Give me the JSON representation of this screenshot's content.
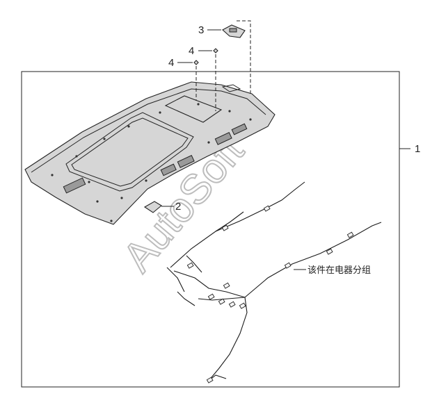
{
  "callouts": {
    "part_1": "1",
    "part_2": "2",
    "part_3": "3",
    "part_4a": "4",
    "part_4b": "4"
  },
  "note": "该件在电器分组",
  "watermark": "AutoSoft",
  "colors": {
    "line": "#222222",
    "headliner_fill": "#d6d6d6",
    "watermark": "#bdbdbd"
  }
}
